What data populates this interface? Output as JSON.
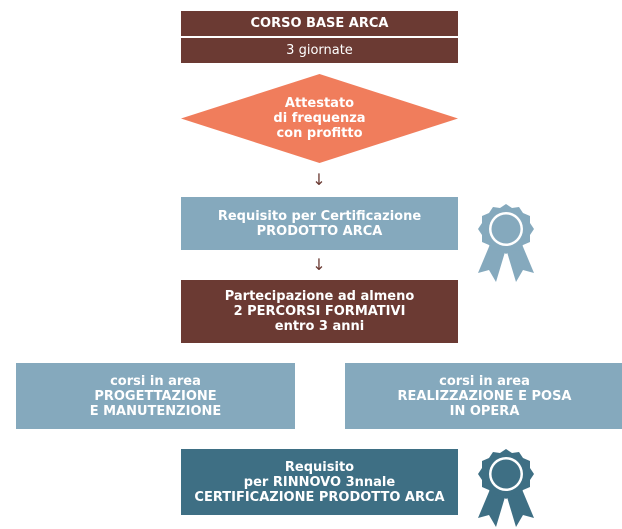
{
  "course": {
    "title": "CORSO BASE ARCA",
    "duration": "3 giornate"
  },
  "attestato": {
    "text": "Attestato\ndi frequenza\ncon profitto"
  },
  "arrows": {
    "down": "↓"
  },
  "requisito_prodotto": {
    "text": "Requisito per Certificazione\nPRODOTTO ARCA"
  },
  "partecipazione": {
    "text": "Partecipazione ad almeno\n2 PERCORSI FORMATIVI\nentro 3 anni"
  },
  "areas": {
    "left": "corsi in area\nPROGETTAZIONE\nE MANUTENZIONE",
    "right": "corsi in area\nREALIZZAZIONE E POSA\nIN OPERA"
  },
  "rinnovo": {
    "text": "Requisito\nper RINNOVO 3nnale\nCERTIFICAZIONE PRODOTTO ARCA"
  },
  "colors": {
    "brown": "#6b3a33",
    "orange": "#f07d5c",
    "light_blue": "#85a9bd",
    "dark_blue": "#3e6f84"
  },
  "icons": {
    "badge_light": "award-ribbon-icon",
    "badge_dark": "award-ribbon-icon"
  }
}
